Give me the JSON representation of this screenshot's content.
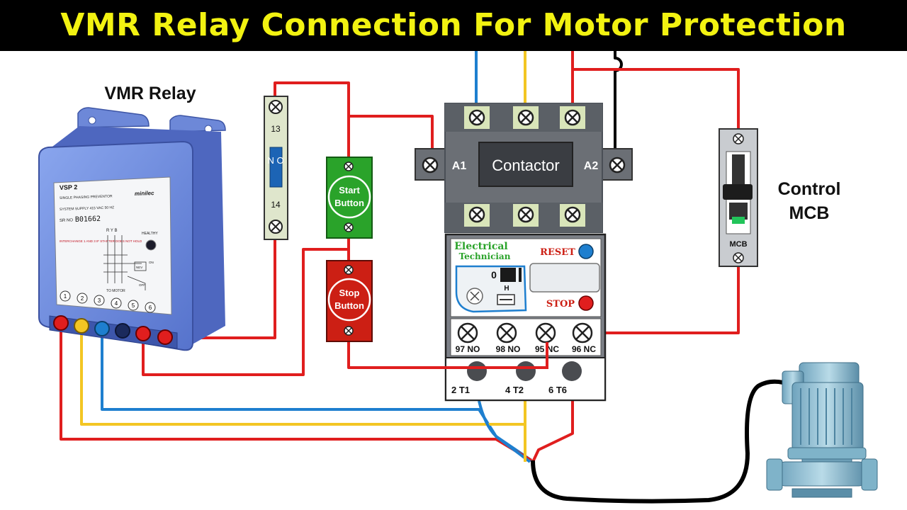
{
  "title": "VMR Relay Connection For Motor Protection",
  "colors": {
    "banner_bg": "#000000",
    "banner_text": "#f2f211",
    "wire_red": "#e01e1e",
    "wire_yellow": "#f3c623",
    "wire_blue": "#1e7fcf",
    "wire_black": "#000000",
    "relay_body": "#6f8fe0",
    "start_button": "#2aa32a",
    "stop_button": "#cc1f14"
  },
  "vmr": {
    "heading": "VMR Relay",
    "model": "VSP 2",
    "subtitle": "SINGLE PHASING PREVENTOR",
    "brand": "minilec",
    "supply": "SYSTEM SUPPLY 415 VAC 50 HZ",
    "sr_label": "SR NO",
    "sr_number": "B01662",
    "healthy": "HEALTHY",
    "rybl": "R Y B",
    "note": "INTERCHANGE 1 AND 3 IF STARTER DOES NOT HOLD",
    "to_motor": "TO MOTOR",
    "on": "ON",
    "off": "OFF",
    "nev": "NEV",
    "terminals": [
      "1",
      "2",
      "3",
      "4",
      "5",
      "6"
    ]
  },
  "no_contact": {
    "top": "13",
    "bottom": "14",
    "label": "N O"
  },
  "start_button": {
    "line1": "Start",
    "line2": "Button"
  },
  "stop_button": {
    "line1": "Stop",
    "line2": "Button"
  },
  "contactor": {
    "label": "Contactor",
    "a1": "A1",
    "a2": "A2"
  },
  "overload": {
    "brand_line1": "Electrical",
    "brand_line2": "Technician",
    "reset": "RESET",
    "stop": "STOP",
    "dial_zero": "0",
    "dial_h": "H",
    "aux": [
      "97 NO",
      "98 NO",
      "95 NC",
      "96 NC"
    ],
    "outputs": [
      "2 T1",
      "4 T2",
      "6 T6"
    ]
  },
  "mcb": {
    "label": "MCB",
    "heading_line1": "Control",
    "heading_line2": "MCB"
  }
}
